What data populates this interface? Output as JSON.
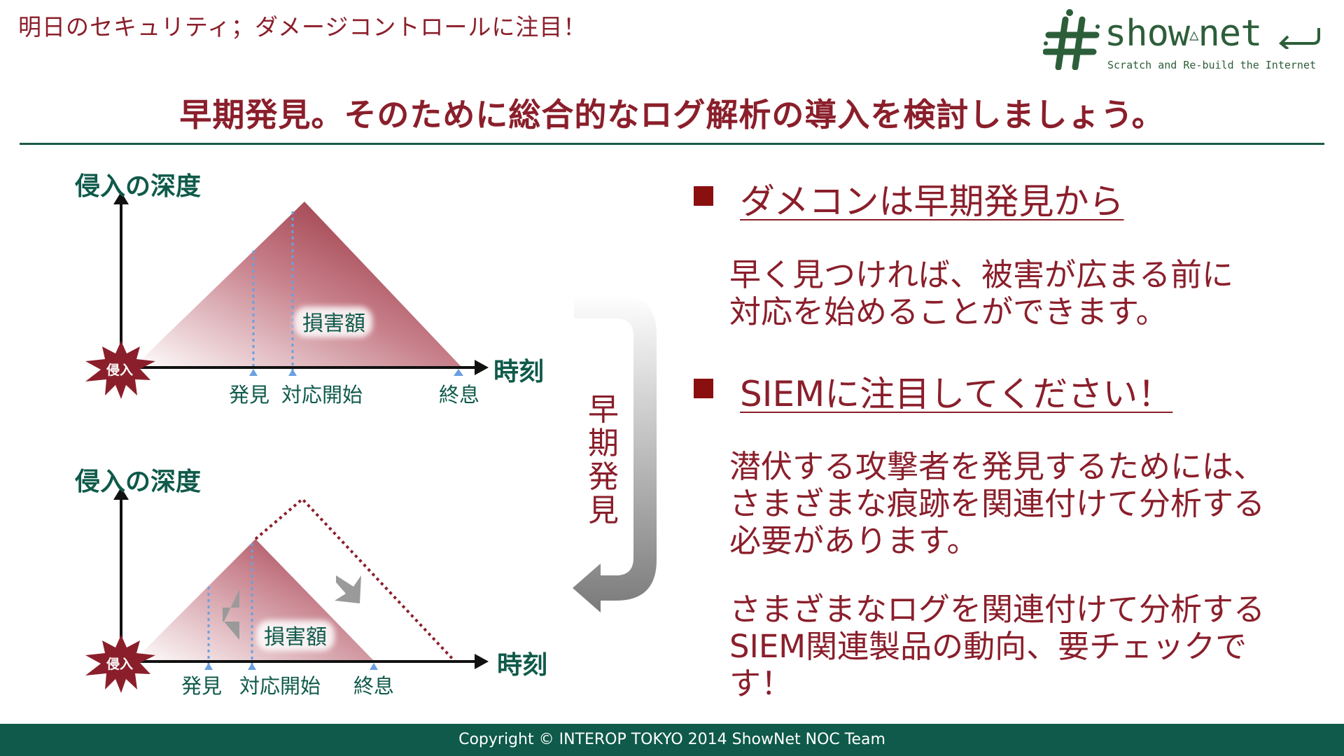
{
  "header": {
    "subtitle": "明日のセキュリティ；ダメージコントロールに注目！",
    "headline": "早期発見。そのために総合的なログ解析の導入を検討しましょう。"
  },
  "logo": {
    "name_a": "show",
    "name_b": "net",
    "tagline": "Scratch and Re-build the Internet",
    "icon": "hash-icon"
  },
  "diagram_top": {
    "y_axis_label": "侵入の深度",
    "x_axis_label": "時刻",
    "start_badge": "侵入",
    "area_label": "損害額",
    "markers": [
      "発見",
      "対応開始",
      "終息"
    ]
  },
  "diagram_bottom": {
    "y_axis_label": "侵入の深度",
    "x_axis_label": "時刻",
    "start_badge": "侵入",
    "area_label": "損害額",
    "markers": [
      "発見",
      "対応開始",
      "終息"
    ]
  },
  "transition": {
    "label": "早期発見"
  },
  "sections": [
    {
      "heading": "ダメコンは早期発見から",
      "paragraphs": [
        "早く見つければ、被害が広まる前に対応を始めることができます。"
      ]
    },
    {
      "heading": "SIEMに注目してください！",
      "paragraphs": [
        "潜伏する攻撃者を発見するためには、さまざまな痕跡を関連付けて分析する必要があります。",
        "さまざまなログを関連付けて分析するSIEM関連製品の動向、要チェックです！"
      ]
    }
  ],
  "footer": {
    "copyright": "Copyright © INTEROP TOKYO 2014 ShowNet NOC Team"
  },
  "colors": {
    "accent": "#8a1f2b",
    "green": "#0f5a4a",
    "bullet": "#8a1010"
  }
}
